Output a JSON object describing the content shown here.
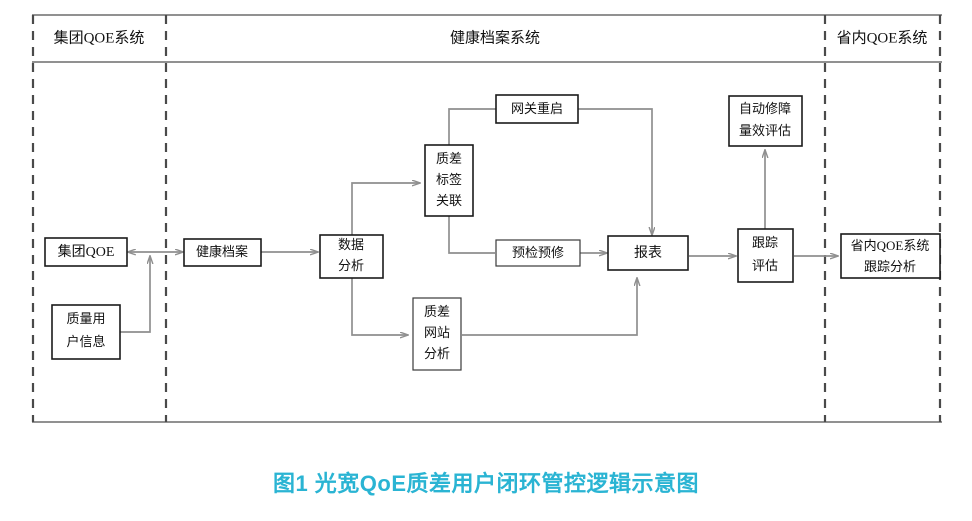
{
  "figure": {
    "caption": "图1 光宽QoE质差用户闭环管控逻辑示意图",
    "caption_color": "#2ab4d3"
  },
  "bands": [
    {
      "id": "group-qoe-system",
      "label": "集团QOE系统"
    },
    {
      "id": "health-record-system",
      "label": "健康档案系统"
    },
    {
      "id": "province-qoe-system",
      "label": "省内QOE系统"
    }
  ],
  "nodes": {
    "group_qoe": {
      "label": "集团QOE",
      "lines": [
        "集团QOE"
      ]
    },
    "quality_user_info": {
      "label": "质量用户信息",
      "lines": [
        "质量用",
        "户信息"
      ]
    },
    "health_record": {
      "label": "健康档案",
      "lines": [
        "健康档案"
      ]
    },
    "data_analysis": {
      "label": "数据分析",
      "lines": [
        "数据",
        "分析"
      ]
    },
    "quality_tag_relation": {
      "label": "质差标签关联",
      "lines": [
        "质差",
        "标签",
        "关联"
      ]
    },
    "quality_site_analysis": {
      "label": "质差网站分析",
      "lines": [
        "质差",
        "网站",
        "分析"
      ]
    },
    "gateway_restart": {
      "label": "网关重启",
      "lines": [
        "网关重启"
      ]
    },
    "pre_check_repair": {
      "label": "预检预修",
      "lines": [
        "预检预修"
      ]
    },
    "report": {
      "label": "报表",
      "lines": [
        "报表"
      ]
    },
    "auto_repair_eval": {
      "label": "自动修障量效评估",
      "lines": [
        "自动修障",
        "量效评估"
      ]
    },
    "tracking_eval": {
      "label": "跟踪评估",
      "lines": [
        "跟踪",
        "评估"
      ]
    },
    "province_qoe_tracking": {
      "label": "省内QOE系统跟踪分析",
      "lines": [
        "省内QOE系统",
        "跟踪分析"
      ]
    }
  },
  "chart_data": {
    "type": "diagram",
    "title": "图1 光宽QoE质差用户闭环管控逻辑示意图",
    "swimlanes": [
      "集团QOE系统",
      "健康档案系统",
      "省内QOE系统"
    ],
    "nodes": [
      "集团QOE",
      "质量用户信息",
      "健康档案",
      "数据分析",
      "质差标签关联",
      "质差网站分析",
      "网关重启",
      "预检预修",
      "报表",
      "自动修障量效评估",
      "跟踪评估",
      "省内QOE系统跟踪分析"
    ],
    "edges": [
      {
        "from": "集团QOE",
        "to": "健康档案",
        "type": "bidirectional"
      },
      {
        "from": "质量用户信息",
        "to": "集团QOE",
        "type": "directed"
      },
      {
        "from": "健康档案",
        "to": "数据分析",
        "type": "directed"
      },
      {
        "from": "数据分析",
        "to": "质差标签关联",
        "type": "directed"
      },
      {
        "from": "数据分析",
        "to": "质差网站分析",
        "type": "directed"
      },
      {
        "from": "质差标签关联",
        "to": "网关重启",
        "type": "undirected"
      },
      {
        "from": "网关重启",
        "to": "报表",
        "type": "directed"
      },
      {
        "from": "质差标签关联",
        "to": "预检预修",
        "type": "undirected"
      },
      {
        "from": "预检预修",
        "to": "报表",
        "type": "directed"
      },
      {
        "from": "质差网站分析",
        "to": "报表",
        "type": "directed"
      },
      {
        "from": "报表",
        "to": "跟踪评估",
        "type": "directed"
      },
      {
        "from": "跟踪评估",
        "to": "自动修障量效评估",
        "type": "directed"
      },
      {
        "from": "跟踪评估",
        "to": "省内QOE系统跟踪分析",
        "type": "directed"
      }
    ]
  }
}
